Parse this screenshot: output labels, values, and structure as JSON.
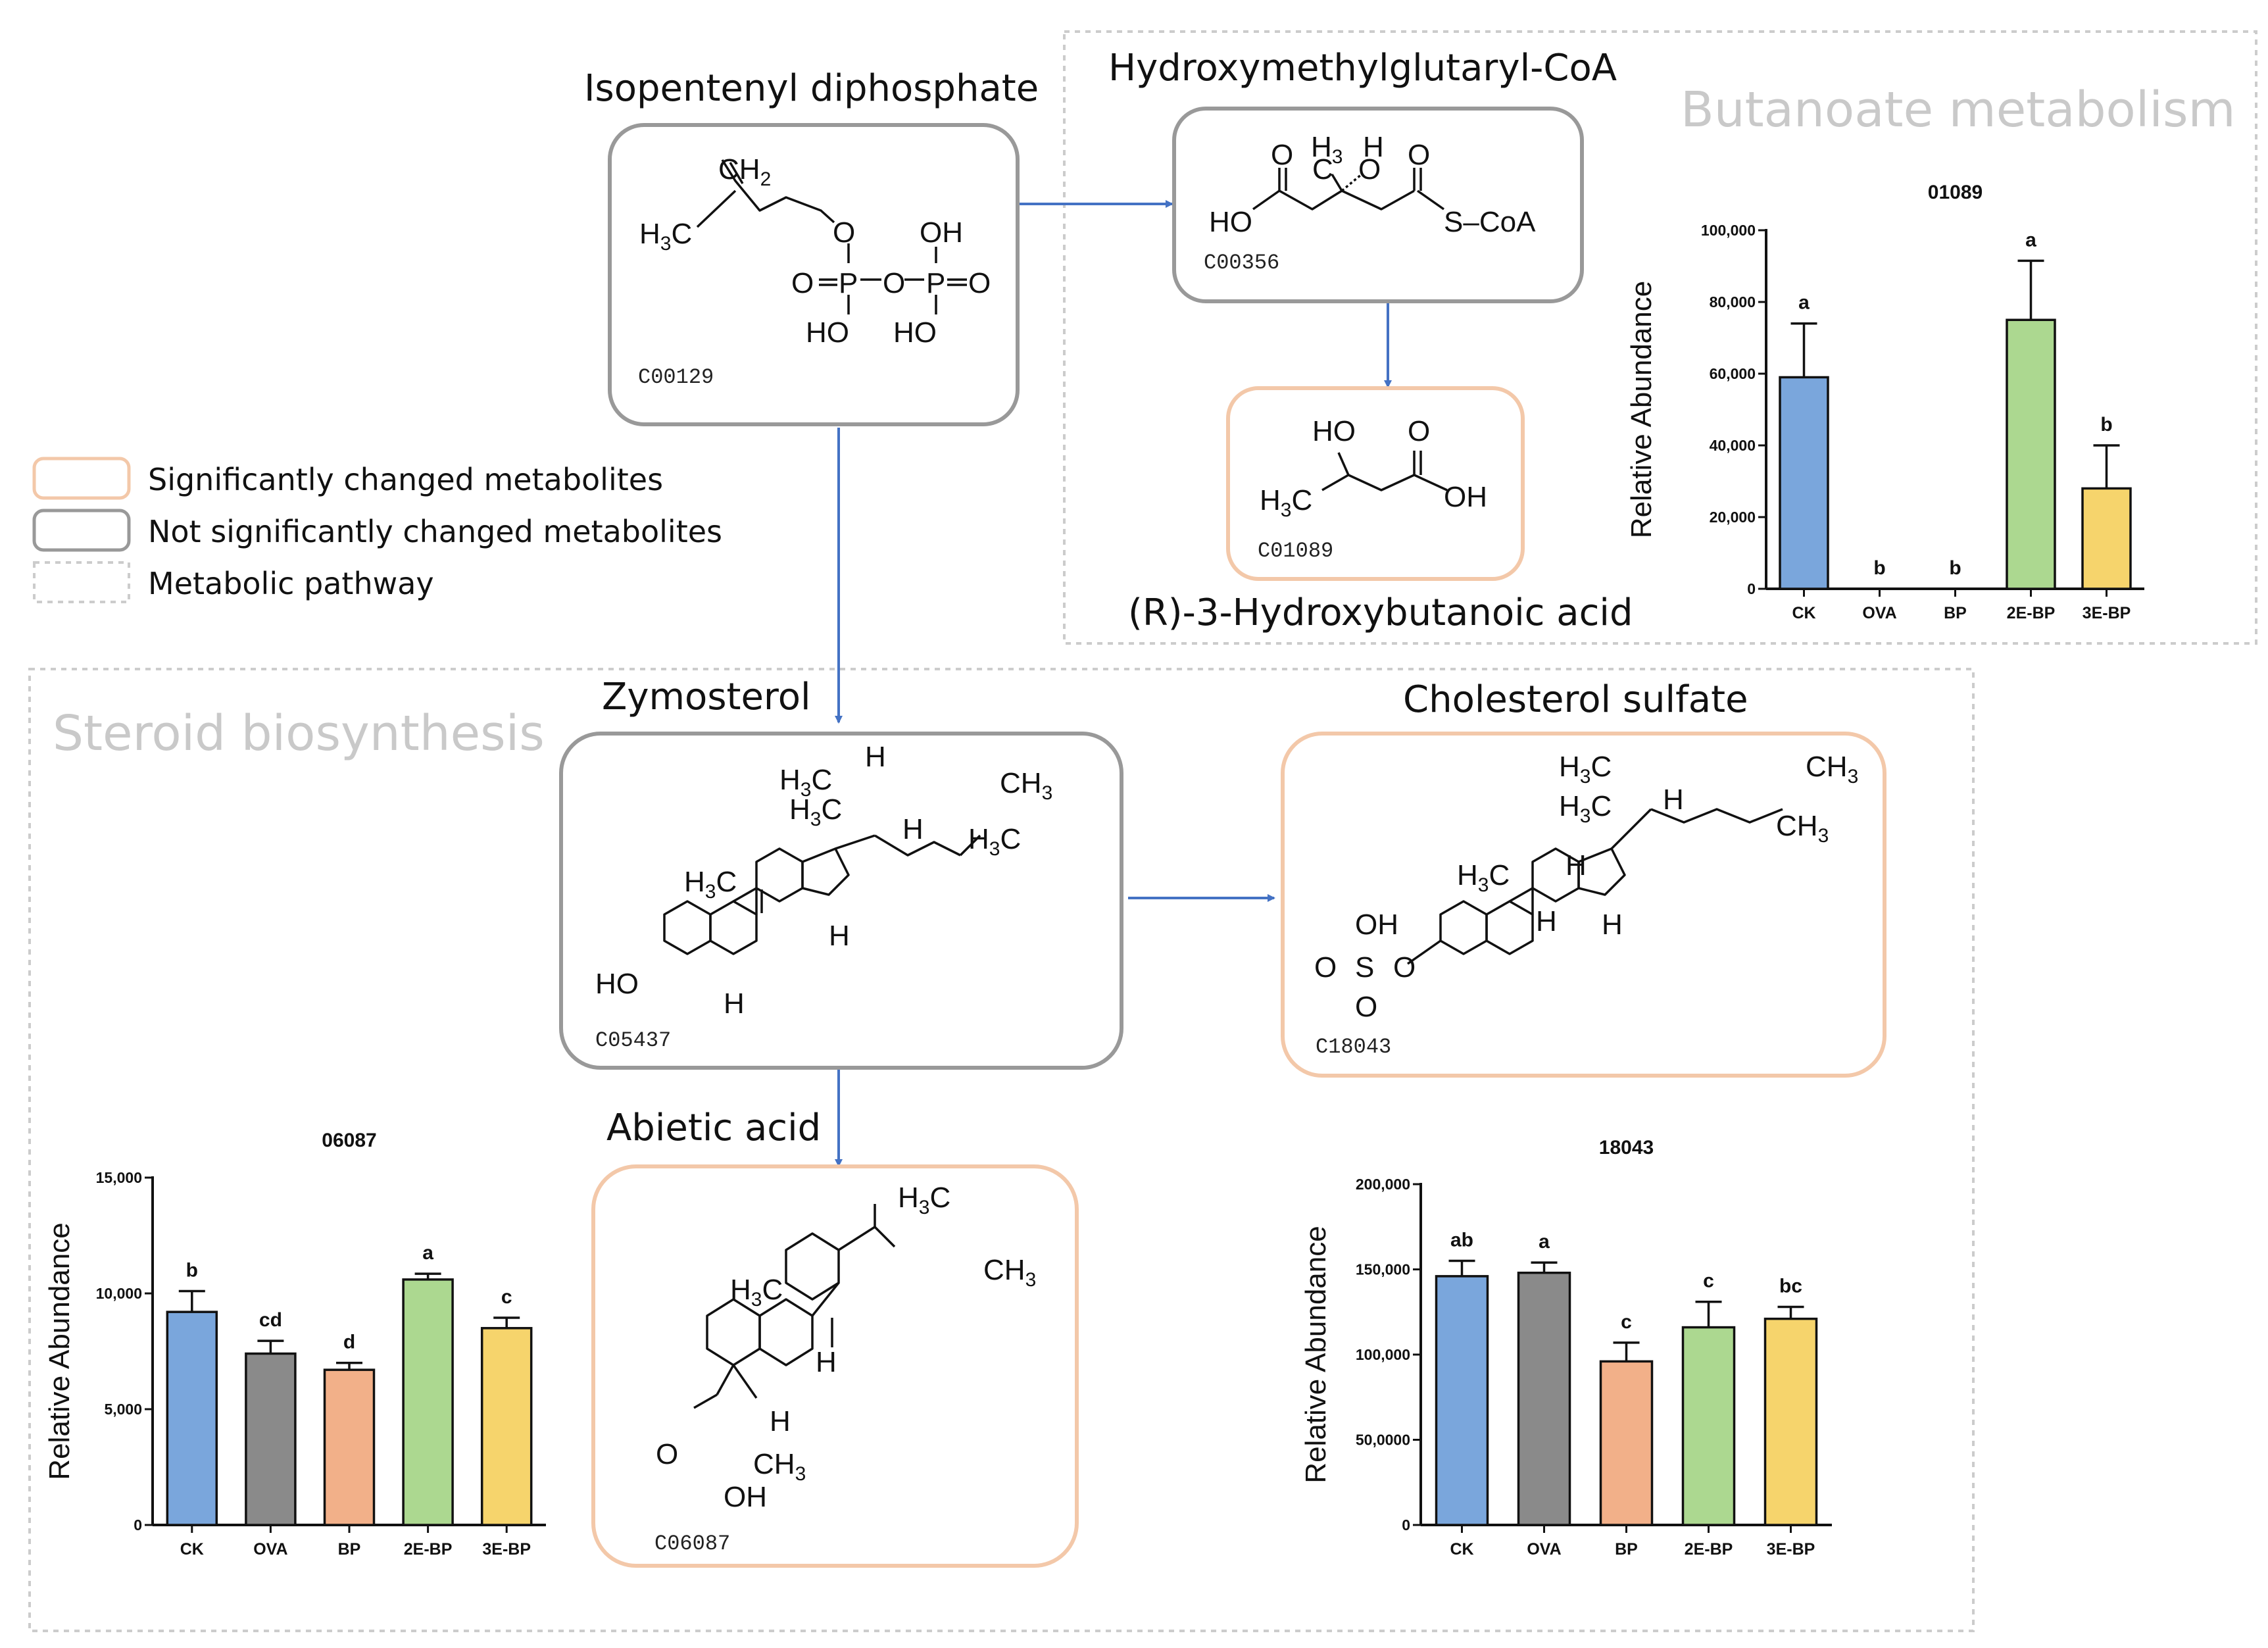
{
  "colors": {
    "significant_border": "#f3c8a9",
    "not_significant_border": "#999999",
    "pathway_border": "#cccccc",
    "arrow": "#4472c4",
    "pathway_title": "#c9c9c9"
  },
  "pathways": {
    "butanoate": "Butanoate metabolism",
    "steroid": "Steroid biosynthesis"
  },
  "legend": {
    "significant": "Significantly changed metabolites",
    "not_significant": "Not significantly changed metabolites",
    "pathway": "Metabolic pathway"
  },
  "compounds": {
    "ipp": {
      "name": "Isopentenyl diphosphate",
      "code": "C00129"
    },
    "hmg": {
      "name": "Hydroxymethylglutaryl-CoA",
      "code": "C00356"
    },
    "hba": {
      "name": "(R)-3-Hydroxybutanoic acid",
      "code": "C01089"
    },
    "zym": {
      "name": "Zymosterol",
      "code": "C05437"
    },
    "chs": {
      "name": "Cholesterol sulfate",
      "code": "C18043"
    },
    "abi": {
      "name": "Abietic acid",
      "code": "C06087"
    }
  },
  "atoms": {
    "ch2": "CH",
    "h3c": "H",
    "c": "C",
    "o": "O",
    "oh": "OH",
    "ho": "HO",
    "p": "P",
    "s": "S",
    "h": "H",
    "ch3": "CH",
    "coa": "S–CoA",
    "two": "2",
    "three": "3"
  },
  "chart_data": [
    {
      "type": "bar",
      "title": "01089",
      "ylabel": "Relative Abundance",
      "categories": [
        "CK",
        "OVA",
        "BP",
        "2E-BP",
        "3E-BP"
      ],
      "values": [
        59000,
        0,
        0,
        75000,
        28000
      ],
      "errors": [
        15000,
        0,
        0,
        16500,
        12000
      ],
      "letters": [
        "a",
        "b",
        "b",
        "a",
        "b"
      ],
      "colors": [
        "#7aa6dc",
        "#8a8a8a",
        "#f2b089",
        "#acd890",
        "#f6d46c"
      ],
      "ylim": [
        0,
        100000
      ],
      "yticks": [
        0,
        20000,
        40000,
        60000,
        80000,
        100000
      ],
      "ytick_labels": [
        "0",
        "20,000",
        "40,000",
        "60,000",
        "80,000",
        "100,000"
      ]
    },
    {
      "type": "bar",
      "title": "06087",
      "ylabel": "Relative Abundance",
      "categories": [
        "CK",
        "OVA",
        "BP",
        "2E-BP",
        "3E-BP"
      ],
      "values": [
        9200,
        7400,
        6700,
        10600,
        8500
      ],
      "errors": [
        900,
        550,
        300,
        250,
        450
      ],
      "letters": [
        "b",
        "cd",
        "d",
        "a",
        "c"
      ],
      "colors": [
        "#7aa6dc",
        "#8a8a8a",
        "#f2b089",
        "#acd890",
        "#f6d46c"
      ],
      "ylim": [
        0,
        15000
      ],
      "yticks": [
        0,
        5000,
        10000,
        15000
      ],
      "ytick_labels": [
        "0",
        "5,000",
        "10,000",
        "15,000"
      ]
    },
    {
      "type": "bar",
      "title": "18043",
      "ylabel": "Relative Abundance",
      "categories": [
        "CK",
        "OVA",
        "BP",
        "2E-BP",
        "3E-BP"
      ],
      "values": [
        146000,
        148000,
        96000,
        116000,
        121000
      ],
      "errors": [
        9000,
        6000,
        11000,
        15000,
        7000
      ],
      "letters": [
        "ab",
        "a",
        "c",
        "c",
        "bc"
      ],
      "colors": [
        "#7aa6dc",
        "#8a8a8a",
        "#f2b089",
        "#acd890",
        "#f6d46c"
      ],
      "ylim": [
        0,
        200000
      ],
      "yticks": [
        0,
        50000,
        100000,
        150000,
        200000
      ],
      "ytick_labels": [
        "0",
        "50,0000",
        "100,000",
        "150,000",
        "200,000"
      ]
    }
  ]
}
